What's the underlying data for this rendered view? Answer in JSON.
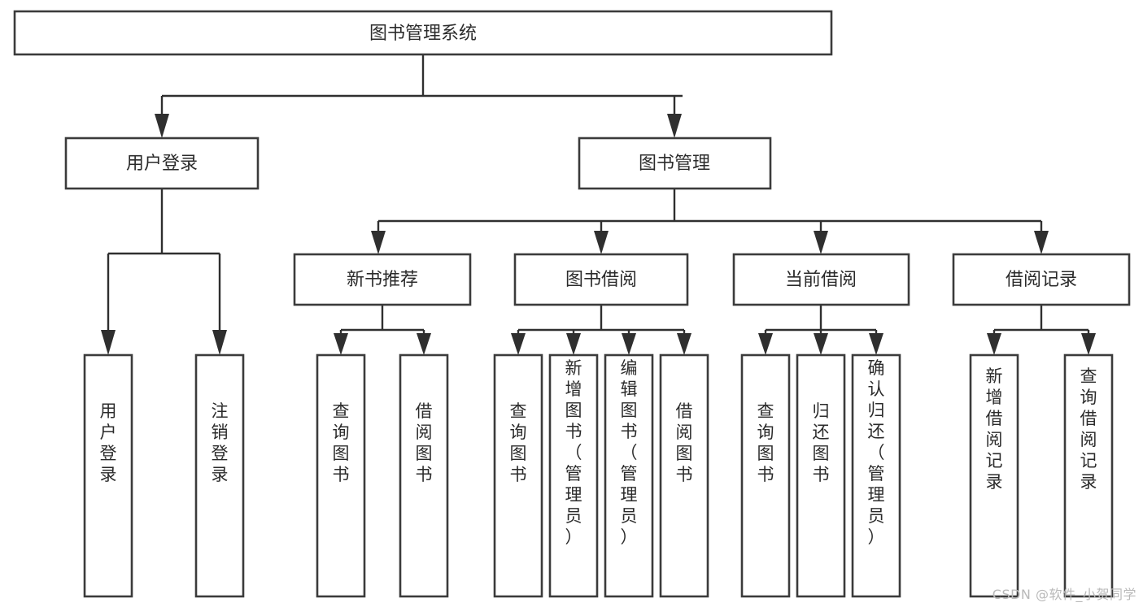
{
  "diagram": {
    "type": "tree",
    "title": "图书管理系统",
    "orientation": "top-down",
    "colors": {
      "box_stroke": "#3b3b3b",
      "box_fill": "#ffffff",
      "connector": "#2f2f2f",
      "text": "#2b2b2b",
      "background": "#ffffff",
      "watermark": "#b9b9b9"
    },
    "root": {
      "label": "图书管理系统"
    },
    "level2": [
      {
        "label": "用户登录"
      },
      {
        "label": "图书管理"
      }
    ],
    "level3": [
      {
        "label": "新书推荐"
      },
      {
        "label": "图书借阅"
      },
      {
        "label": "当前借阅"
      },
      {
        "label": "借阅记录"
      }
    ],
    "leaves": {
      "user_login": [
        {
          "label": "用户登录"
        },
        {
          "label": "注销登录"
        }
      ],
      "new_book_recommend": [
        {
          "label": "查询图书"
        },
        {
          "label": "借阅图书"
        }
      ],
      "book_borrow": [
        {
          "label": "查询图书"
        },
        {
          "label": "新增图书（管理员）"
        },
        {
          "label": "编辑图书（管理员）"
        },
        {
          "label": "借阅图书"
        }
      ],
      "current_borrow": [
        {
          "label": "查询图书"
        },
        {
          "label": "归还图书"
        },
        {
          "label": "确认归还（管理员）"
        }
      ],
      "borrow_record": [
        {
          "label": "新增借阅记录"
        },
        {
          "label": "查询借阅记录"
        }
      ]
    }
  },
  "watermark": {
    "text": "CSDN @软件_小贺同学"
  }
}
